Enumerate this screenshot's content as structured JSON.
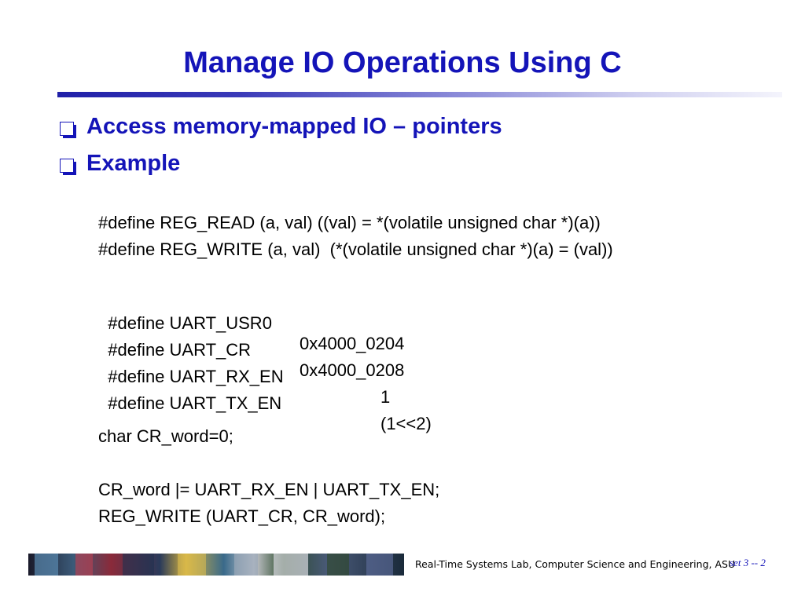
{
  "slide": {
    "title": "Manage IO Operations Using C",
    "bullets": [
      "Access memory-mapped IO – pointers",
      "Example"
    ]
  },
  "code": {
    "reg_read": "#define REG_READ (a, val) ((val) = *(volatile unsigned char *)(a))",
    "reg_write": "#define REG_WRITE (a, val)  (*(volatile unsigned char *)(a) = (val))",
    "uart_usr0": {
      "name": "#define UART_USR0",
      "value": "0x4000_0204"
    },
    "uart_cr": {
      "name": "#define UART_CR",
      "value": "0x4000_0208"
    },
    "uart_rx_en": {
      "name": "#define UART_RX_EN",
      "value": "1"
    },
    "uart_tx_en": {
      "name": "#define UART_TX_EN",
      "value": "(1<<2)"
    },
    "char_decl": "char CR_word=0;",
    "or_assign": "CR_word |= UART_RX_EN | UART_TX_EN;",
    "write_call": "REG_WRITE (UART_CR, CR_word);"
  },
  "footer": {
    "lab": "Real-Time Systems Lab, Computer Science and Engineering, ASU",
    "page": "set 3 -- 2"
  },
  "colors": {
    "title": "#1414b8",
    "body_text": "#000000"
  }
}
